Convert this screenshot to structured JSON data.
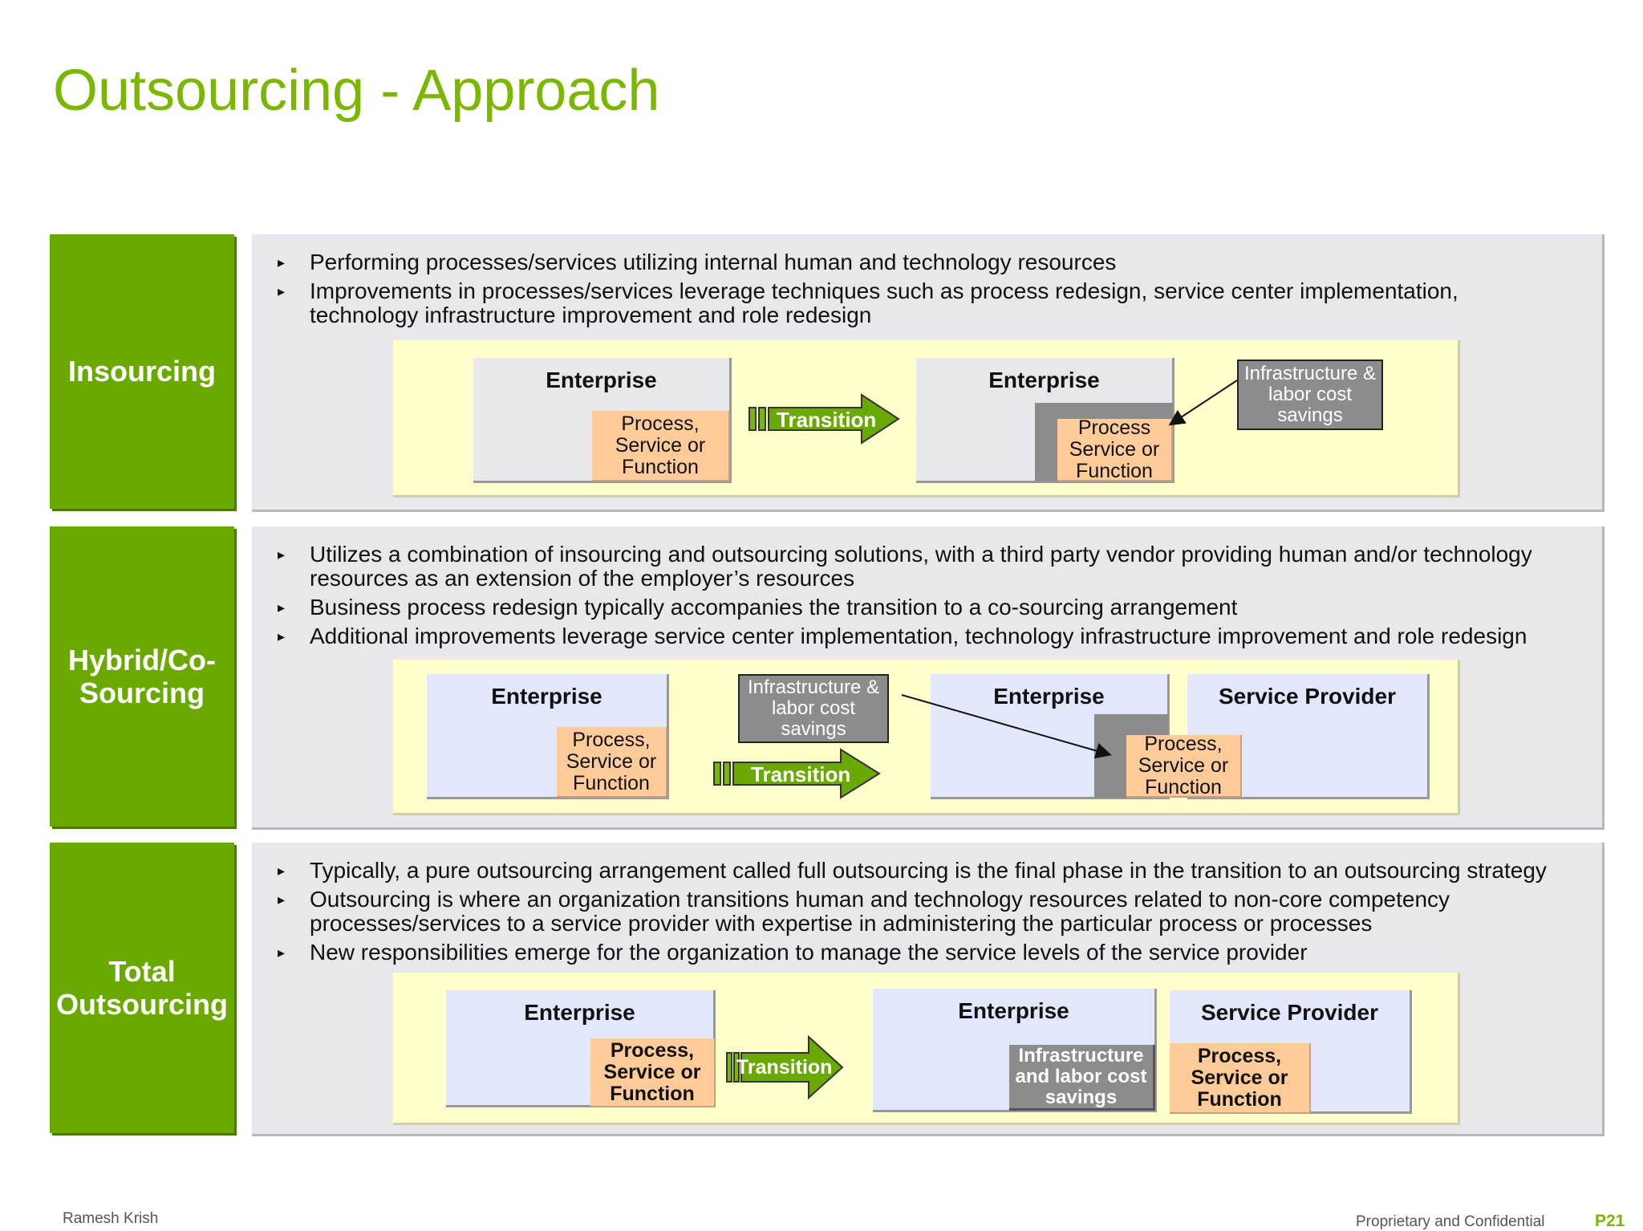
{
  "title": "Outsourcing - Approach",
  "rows": [
    {
      "label": "Insourcing",
      "bullets": [
        "Performing processes/services utilizing internal human and technology resources",
        "Improvements in processes/services leverage techniques such as process redesign, service center implementation, technology infrastructure improvement and role redesign"
      ],
      "diagram": {
        "left_title": "Enterprise",
        "left_process": "Process, Service or Function",
        "transition": "Transition",
        "right_title": "Enterprise",
        "right_process": "Process Service or Function",
        "savings": "Infrastructure & labor cost savings"
      }
    },
    {
      "label": "Hybrid/Co-Sourcing",
      "bullets": [
        "Utilizes a combination of insourcing and outsourcing solutions, with a third party vendor providing human and/or technology resources as an extension of the employer’s resources",
        "Business process redesign typically accompanies the transition to a co-sourcing arrangement",
        "Additional improvements leverage service center implementation, technology infrastructure improvement and role redesign"
      ],
      "diagram": {
        "left_title": "Enterprise",
        "left_process": "Process, Service or Function",
        "savings": "Infrastructure & labor cost savings",
        "transition": "Transition",
        "mid_title": "Enterprise",
        "sp_title": "Service Provider",
        "sp_process": "Process, Service or Function"
      }
    },
    {
      "label": "Total Outsourcing",
      "bullets": [
        "Typically, a pure outsourcing arrangement called full outsourcing is the final phase in the transition to an outsourcing strategy",
        "Outsourcing is where an organization transitions human and technology resources related to non-core competency processes/services to a service provider with expertise in administering the particular process or processes",
        "New responsibilities emerge for the organization to manage the service levels of the service provider"
      ],
      "diagram": {
        "left_title": "Enterprise",
        "left_process": "Process, Service or Function",
        "transition": "Transition",
        "mid_title": "Enterprise",
        "savings": "Infrastructure and labor cost savings",
        "sp_title": "Service Provider",
        "sp_process": "Process, Service or Function"
      }
    }
  ],
  "footer": {
    "author": "Ramesh Krish",
    "confidential": "Proprietary and Confidential",
    "page": "P21"
  },
  "colors": {
    "brand_green": "#7ab800",
    "label_green": "#6aaa00",
    "process_orange": "#ffcc99",
    "panel_gray": "#e8e8ec",
    "diagram_yellow": "#ffffcc"
  }
}
